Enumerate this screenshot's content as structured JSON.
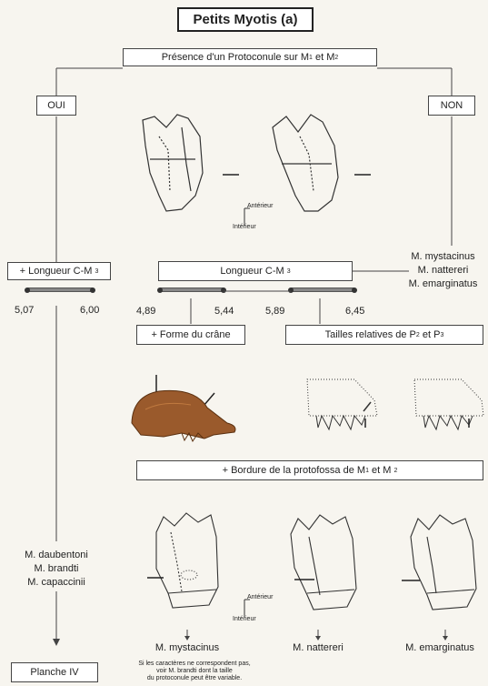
{
  "title": "Petits Myotis (a)",
  "q1": {
    "pre": "Présence d'un Protoconule sur M",
    "s1": "1",
    "mid": "et M",
    "s2": "2"
  },
  "oui": "OUI",
  "non": "NON",
  "orient": {
    "ant": "Antérieur",
    "int": "Intérieur"
  },
  "left_len": {
    "pre": "+ Longueur C-M",
    "sup": "3",
    "v1": "5,07",
    "v2": "6,00"
  },
  "non_species": [
    "M. mystacinus",
    "M. nattereri",
    "M. emarginatus"
  ],
  "mid_len": {
    "pre": "Longueur C-M",
    "sup": "3",
    "v1": "4,89",
    "v2": "5,44",
    "v3": "5,89",
    "v4": "6,45"
  },
  "forme": "+ Forme du crâne",
  "tailles": {
    "pre": "Tailles relatives de P",
    "s1": "2",
    "mid": "et P",
    "s2": "3"
  },
  "bordure": {
    "pre": "+ Bordure de la protofossa de M",
    "s1": "1",
    "mid": "et M",
    "s2": "2"
  },
  "left_species": [
    "M. daubentoni",
    "M. brandti",
    "M. capaccinii"
  ],
  "planche": "Planche IV",
  "bottom": [
    "M. mystacinus",
    "M. nattereri",
    "M. emarginatus"
  ],
  "note": [
    "Si les caractères ne correspondent pas,",
    "voir M. brandti dont la taille",
    "du protoconule peut être variable."
  ],
  "colors": {
    "skull": "#9a5a2c",
    "bar": "#888888"
  }
}
